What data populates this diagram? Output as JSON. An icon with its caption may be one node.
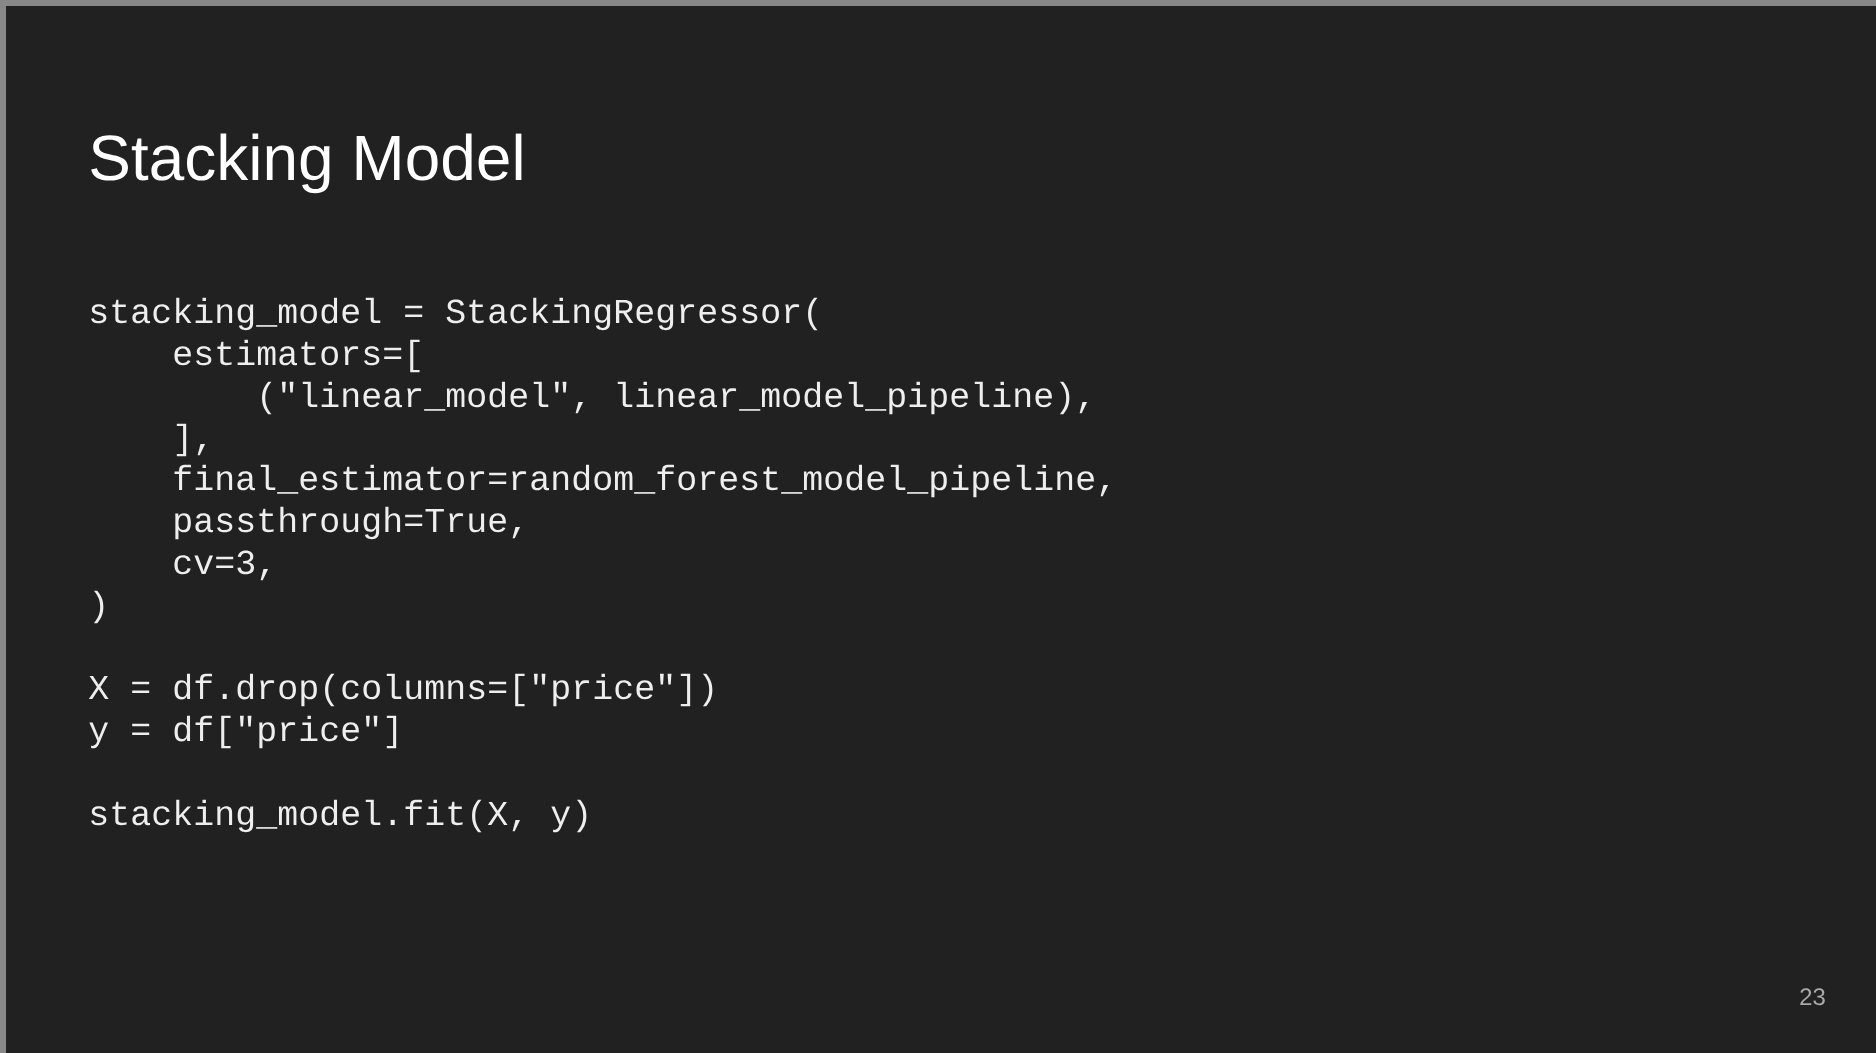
{
  "diagram": {
    "title": "Stacking Model",
    "labels": [
      "stacking_model = StackingRegressor(",
      "estimators=[",
      "(\"linear_model\", linear_model_pipeline),",
      "],",
      "final_estimator=random_forest_model_pipeline,",
      "passthrough=True,",
      "cv=3,",
      ")",
      "X = df.drop(columns=[\"price\"])",
      "y = df[\"price\"]",
      "stacking_model.fit(X, y)",
      "23"
    ]
  }
}
